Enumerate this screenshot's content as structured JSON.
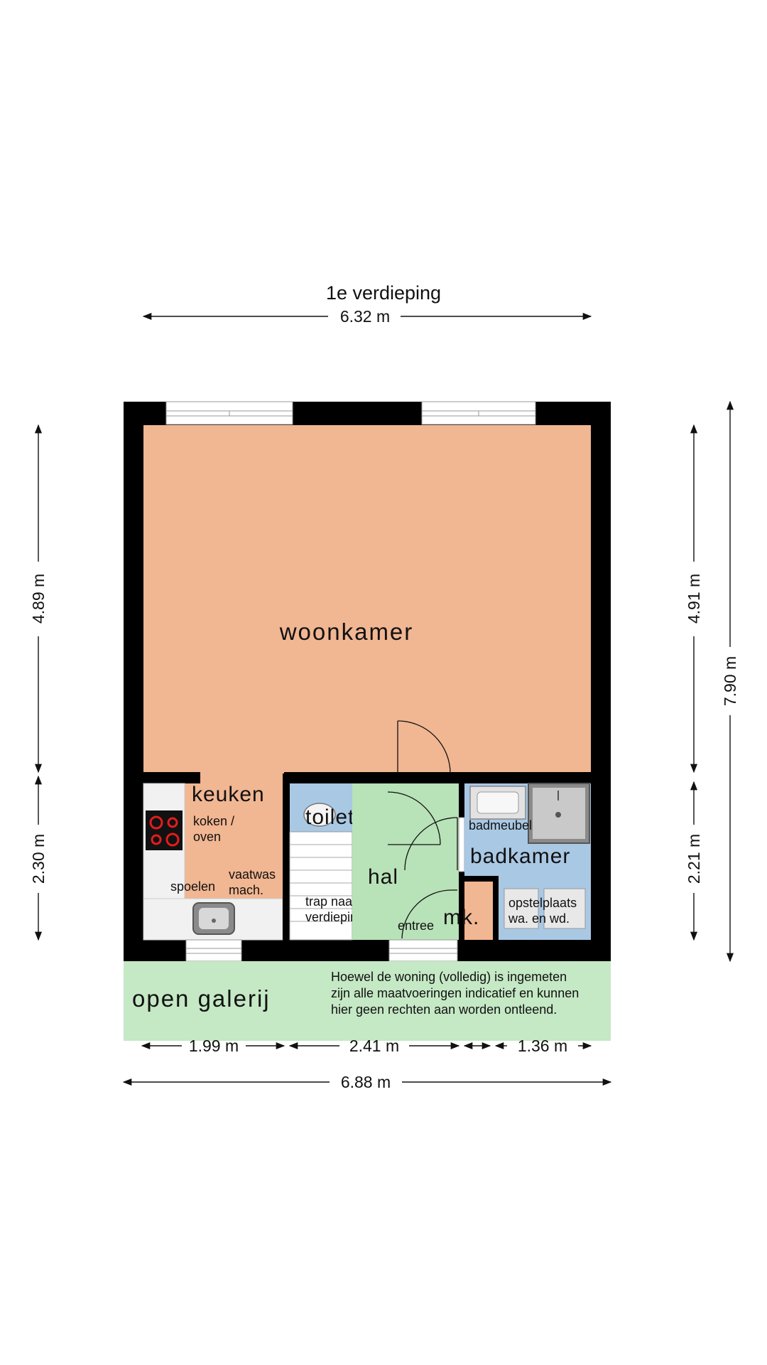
{
  "title": "1e verdieping",
  "dimensions": {
    "top_width": "6.32 m",
    "bottom_total": "6.88 m",
    "bottom_segment_1": "1.99 m",
    "bottom_segment_2": "2.41 m",
    "bottom_segment_3": "1.36 m",
    "left_upper": "4.89 m",
    "left_lower": "2.30 m",
    "right_upper": "4.91 m",
    "right_lower": "2.21 m",
    "right_total": "7.90 m"
  },
  "rooms": {
    "woonkamer": "woonkamer",
    "keuken": "keuken",
    "koken_line1": "koken /",
    "koken_line2": "oven",
    "spoelen": "spoelen",
    "vaatwas_line1": "vaatwas",
    "vaatwas_line2": "mach.",
    "toilet": "toilet",
    "trap_line1": "trap naar",
    "trap_line2": "verdieping",
    "hal": "hal",
    "entree": "entree",
    "mk": "mk.",
    "badmeubel": "badmeubel",
    "badkamer": "badkamer",
    "opstel_line1": "opstelplaats",
    "opstel_line2": "wa. en wd.",
    "galerij": "open galerij"
  },
  "disclaimer": {
    "line1": "Hoewel de woning (volledig) is ingemeten",
    "line2": "zijn alle maatvoeringen indicatief en kunnen",
    "line3": "hier geen rechten aan worden ontleend."
  },
  "colors": {
    "living": "#f1b692",
    "kitchen": "#f1b692",
    "wet_rooms": "#a9c8e4",
    "hall": "#b8e2b8",
    "galerij": "#c5e8c5",
    "wall": "#000000",
    "counter": "#f1f1f1"
  }
}
